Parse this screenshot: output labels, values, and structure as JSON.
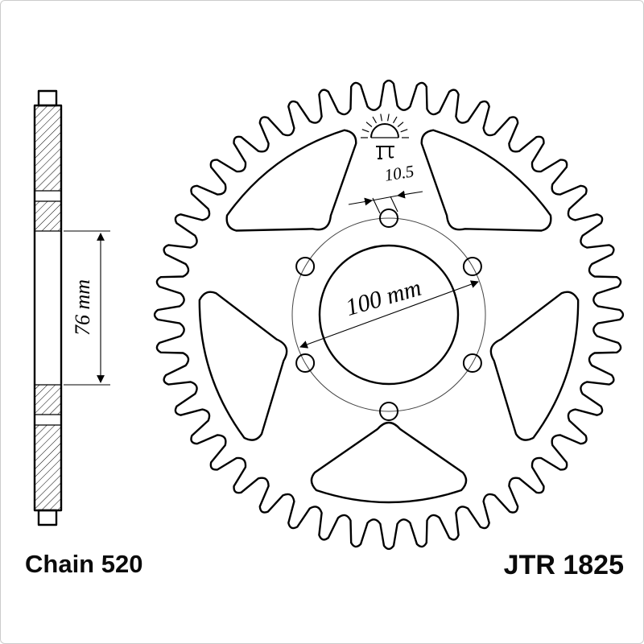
{
  "frame": {
    "background": "#ffffff",
    "border_color": "#cccccc"
  },
  "colors": {
    "line": "#000000",
    "thin_line": "#444444"
  },
  "labels": {
    "chain": "Chain 520",
    "part_number": "JTR 1825"
  },
  "dimensions": {
    "side_length": "76 mm",
    "bolt_circle_diameter": "100 mm",
    "hole_diameter": "10.5"
  },
  "icons": {
    "surface_finish_symbol": "sun-with-rays"
  }
}
